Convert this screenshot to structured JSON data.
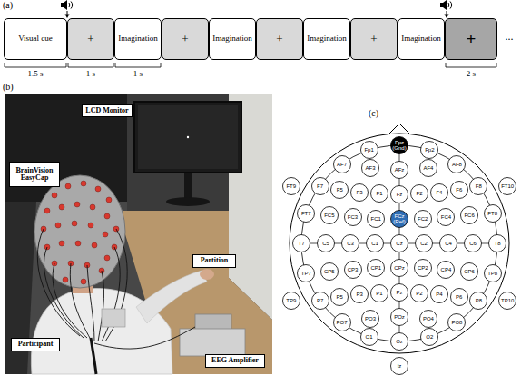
{
  "diagram": {
    "nodes": [
      {
        "text": [
          "Visual cue"
        ]
      },
      {
        "text": [
          "+"
        ]
      },
      {
        "text": [
          "Imagination"
        ]
      },
      {
        "text": [
          "+"
        ]
      },
      {
        "text": [
          "Imagination"
        ]
      },
      {
        "text": [
          "+"
        ]
      },
      {
        "text": [
          "Imagination"
        ]
      },
      {
        "text": [
          "+"
        ]
      },
      {
        "text": [
          "Imagination"
        ]
      },
      {
        "text": [
          "+"
        ]
      },
      {
        "text": [
          "LCD Monitor"
        ]
      },
      {
        "text": [
          "BrainVision EasyCap"
        ]
      },
      {
        "text": [
          "Partition"
        ]
      },
      {
        "text": [
          "Participant"
        ]
      },
      {
        "text": [
          "EEG Amplifier"
        ]
      },
      {
        "text": [
          "Fp1"
        ]
      },
      {
        "text": [
          "Fpz (Gnd)"
        ]
      },
      {
        "text": [
          "Fp2"
        ]
      },
      {
        "text": [
          "AF7"
        ]
      },
      {
        "text": [
          "AF3"
        ]
      },
      {
        "text": [
          "AFz"
        ]
      },
      {
        "text": [
          "AF4"
        ]
      },
      {
        "text": [
          "AF8"
        ]
      },
      {
        "text": [
          "F7"
        ]
      },
      {
        "text": [
          "F5"
        ]
      },
      {
        "text": [
          "F3"
        ]
      },
      {
        "text": [
          "F1"
        ]
      },
      {
        "text": [
          "Fz"
        ]
      },
      {
        "text": [
          "F2"
        ]
      },
      {
        "text": [
          "F4"
        ]
      },
      {
        "text": [
          "F6"
        ]
      },
      {
        "text": [
          "F8"
        ]
      },
      {
        "text": [
          "FT9"
        ]
      },
      {
        "text": [
          "FT7"
        ]
      },
      {
        "text": [
          "FC5"
        ]
      },
      {
        "text": [
          "FC3"
        ]
      },
      {
        "text": [
          "FC1"
        ]
      },
      {
        "text": [
          "FCz (Ref)"
        ]
      },
      {
        "text": [
          "FC2"
        ]
      },
      {
        "text": [
          "FC4"
        ]
      },
      {
        "text": [
          "FC6"
        ]
      },
      {
        "text": [
          "FT8"
        ]
      },
      {
        "text": [
          "FT10"
        ]
      },
      {
        "text": [
          "T7"
        ]
      },
      {
        "text": [
          "C5"
        ]
      },
      {
        "text": [
          "C3"
        ]
      },
      {
        "text": [
          "C1"
        ]
      },
      {
        "text": [
          "Cz"
        ]
      },
      {
        "text": [
          "C2"
        ]
      },
      {
        "text": [
          "C4"
        ]
      },
      {
        "text": [
          "C6"
        ]
      },
      {
        "text": [
          "T8"
        ]
      },
      {
        "text": [
          "TP9"
        ]
      },
      {
        "text": [
          "TP7"
        ]
      },
      {
        "text": [
          "CP5"
        ]
      },
      {
        "text": [
          "CP3"
        ]
      },
      {
        "text": [
          "CP1"
        ]
      },
      {
        "text": [
          "CPz"
        ]
      },
      {
        "text": [
          "CP2"
        ]
      },
      {
        "text": [
          "CP4"
        ]
      },
      {
        "text": [
          "CP6"
        ]
      },
      {
        "text": [
          "TP8"
        ]
      },
      {
        "text": [
          "TP10"
        ]
      },
      {
        "text": [
          "P7"
        ]
      },
      {
        "text": [
          "P5"
        ]
      },
      {
        "text": [
          "P3"
        ]
      },
      {
        "text": [
          "P1"
        ]
      },
      {
        "text": [
          "Pz"
        ]
      },
      {
        "text": [
          "P2"
        ]
      },
      {
        "text": [
          "P4"
        ]
      },
      {
        "text": [
          "P6"
        ]
      },
      {
        "text": [
          "P8"
        ]
      },
      {
        "text": [
          "PO7"
        ]
      },
      {
        "text": [
          "PO3"
        ]
      },
      {
        "text": [
          "POz"
        ]
      },
      {
        "text": [
          "PO4"
        ]
      },
      {
        "text": [
          "PO8"
        ]
      },
      {
        "text": [
          "O1"
        ]
      },
      {
        "text": [
          "Oz"
        ]
      },
      {
        "text": [
          "O2"
        ]
      },
      {
        "text": [
          "Iz"
        ]
      }
    ],
    "labels": [
      "(a)",
      "...",
      "1.5 s",
      "1 s",
      "1 s",
      "2 s",
      "(b)",
      "(c)"
    ]
  }
}
